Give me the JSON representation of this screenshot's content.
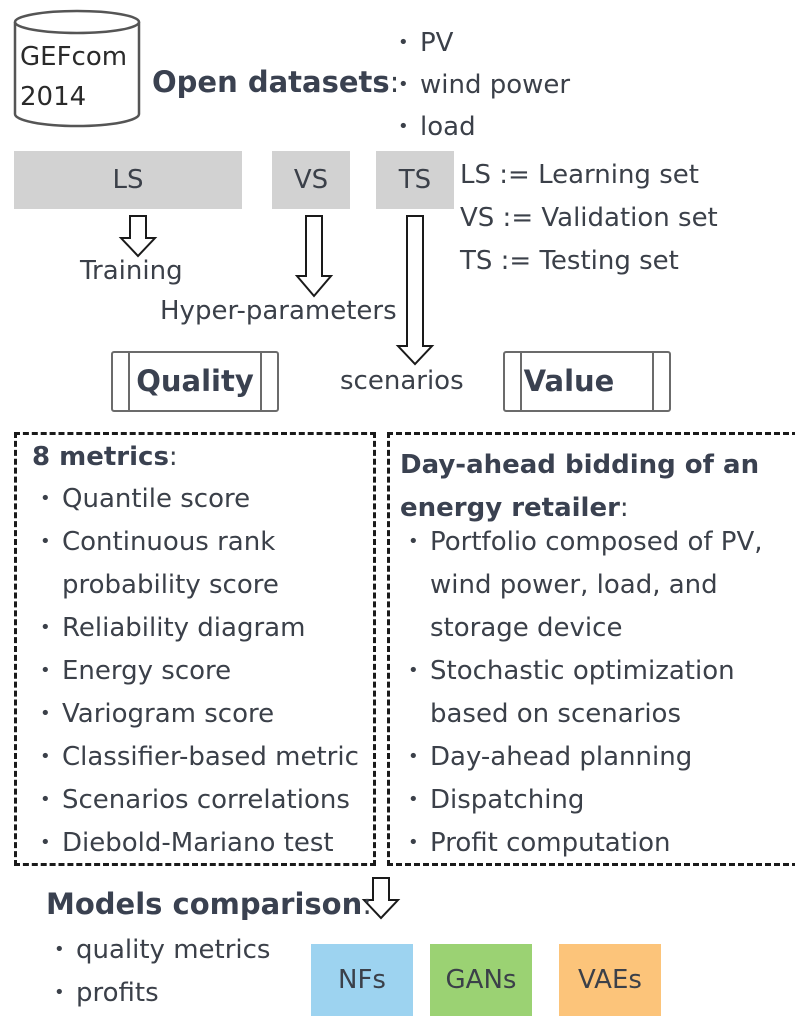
{
  "dataset": {
    "cylinder_label_line1": "GEFcom",
    "cylinder_label_line2": "2014",
    "title": "Open datasets",
    "title_suffix": ":",
    "items": [
      "PV",
      "wind power",
      "load"
    ]
  },
  "sets": {
    "ls": "LS",
    "vs": "VS",
    "ts": "TS",
    "legend": [
      "LS := Learning set",
      "VS := Validation set",
      "TS := Testing set"
    ]
  },
  "flow": {
    "training": "Training",
    "hyper": "Hyper-parameters",
    "scenarios": "scenarios"
  },
  "boxes": {
    "quality": "Quality",
    "value": "Value"
  },
  "metrics": {
    "title": "8 metrics",
    "suffix": ":",
    "items": [
      "Quantile score",
      "Continuous rank",
      "probability score",
      "Reliability diagram",
      "Energy score",
      "Variogram score",
      "Classifier-based metric",
      "Scenarios correlations",
      "Diebold-Mariano test"
    ]
  },
  "bidding": {
    "title_line1": "Day-ahead bidding of an",
    "title_line2": "energy retailer",
    "suffix": ":",
    "items": [
      "Portfolio composed of PV,",
      "wind power, load, and",
      "storage device",
      "Stochastic optimization",
      "based on scenarios",
      "Day-ahead planning",
      "Dispatching",
      "Profit computation"
    ]
  },
  "comparison": {
    "title": "Models comparison",
    "suffix": ":",
    "items": [
      "quality metrics",
      "profits"
    ],
    "models": [
      {
        "label": "NFs",
        "color": "#9dd3f0"
      },
      {
        "label": "GANs",
        "color": "#9bd273"
      },
      {
        "label": "VAEs",
        "color": "#fcc47a"
      }
    ]
  }
}
